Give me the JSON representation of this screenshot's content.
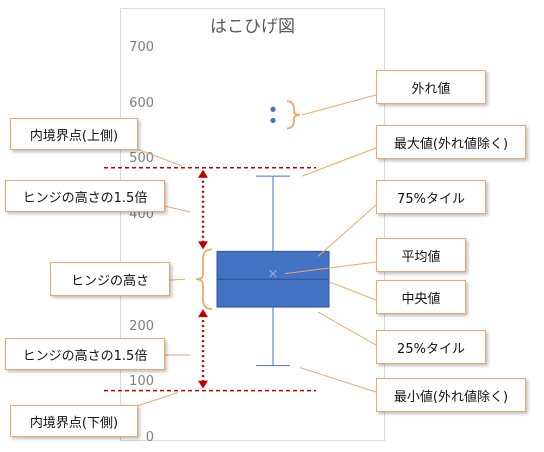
{
  "title": "はこひげ図",
  "colors": {
    "box": "#4472c4",
    "box_edge": "#2f5597",
    "whisker": "#4472c4",
    "limit_line": "#c00000",
    "callout_border": "#f0a868",
    "connector": "#f0a868",
    "tick_text": "#7f7f7f"
  },
  "chart_data": {
    "type": "box",
    "title": "はこひげ図",
    "ylim": [
      0,
      700
    ],
    "y_ticks": [
      0,
      100,
      200,
      300,
      400,
      500,
      600,
      700
    ],
    "box": {
      "min": 130,
      "q1": 235,
      "median": 285,
      "mean": 295,
      "q3": 335,
      "max": 470
    },
    "outliers": [
      570,
      590
    ],
    "inner_fences": {
      "upper": 485,
      "lower": 85
    }
  },
  "callouts": {
    "outlier": "外れ値",
    "upper_fence": "内境界点(上側)",
    "max": "最大値(外れ値除く)",
    "upper_15": "ヒンジの高さの1.5倍",
    "q3": "75%タイル",
    "hinge": "ヒンジの高さ",
    "mean": "平均値",
    "median": "中央値",
    "q1": "25%タイル",
    "lower_15": "ヒンジの高さの1.5倍",
    "min": "最小値(外れ値除く)",
    "lower_fence": "内境界点(下側)"
  }
}
